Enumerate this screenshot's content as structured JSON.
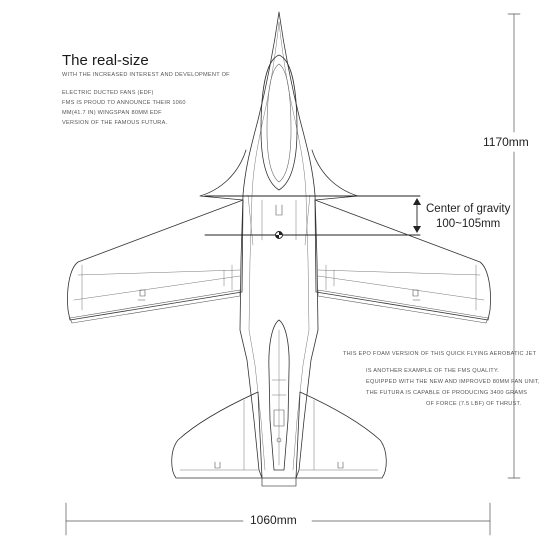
{
  "title": "The real-size",
  "intro_text": [
    "WITH THE INCREASED INTEREST AND DEVELOPMENT OF",
    "ELECTRIC DUCTED FANS (EDF)",
    "FMS IS PROUD TO ANNOUNCE THEIR 1060",
    "MM(41.7 IN) WINGSPAN 80MM EDF",
    "VERSION OF THE FAMOUS FUTURA."
  ],
  "detail_text": [
    "THIS EPO FOAM VERSION OF THIS QUICK FLYING AEROBATIC JET",
    "IS ANOTHER EXAMPLE OF THE FMS QUALITY.",
    "EQUIPPED WITH THE NEW AND IMPROVED 80MM FAN UNIT,",
    "THE FUTURA IS CAPABLE OF PRODUCING 3400 GRAMS",
    "OF FORCE (7.5 LBF) OF THRUST."
  ],
  "center_of_gravity": {
    "label": "Center of gravity",
    "range": "100~105mm"
  },
  "dimensions": {
    "length": "1170mm",
    "wingspan": "1060mm"
  }
}
